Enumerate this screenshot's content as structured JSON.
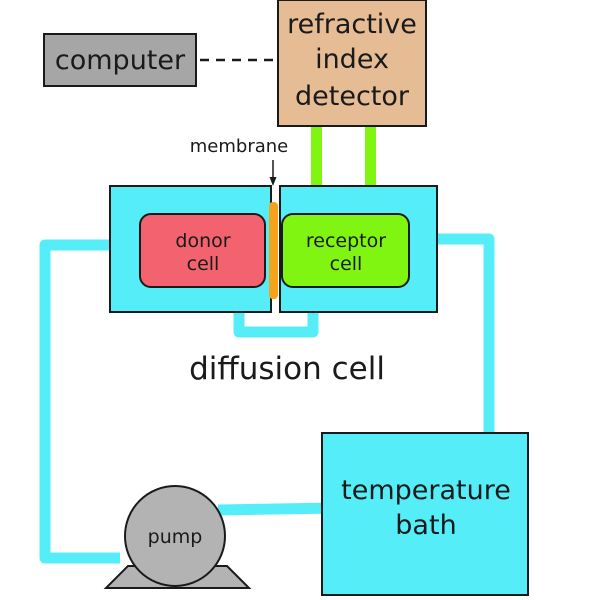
{
  "labels": {
    "computer": "computer",
    "detector": [
      "refractive",
      "index",
      "detector"
    ],
    "membrane": "membrane",
    "donor_cell": [
      "donor",
      "cell"
    ],
    "receptor_cell": [
      "receptor",
      "cell"
    ],
    "diffusion_cell": "diffusion cell",
    "temperature_bath": [
      "temperature",
      "bath"
    ],
    "pump": "pump"
  },
  "colors": {
    "computer": "#a6a6a6",
    "detector": "#e6bc94",
    "diffusion_housing": "#55eef8",
    "tubing": "#55eef8",
    "donor_cell": "#f2636f",
    "receptor_cell": "#80f511",
    "detector_link": "#80f511",
    "membrane": "#f5a31b",
    "temperature_bath": "#55eef8",
    "pump": "#b3b3b3",
    "outline": "#1a1a1a"
  },
  "icons": {
    "membrane_pointer": "arrow-down-icon",
    "pump": "pump-icon"
  }
}
